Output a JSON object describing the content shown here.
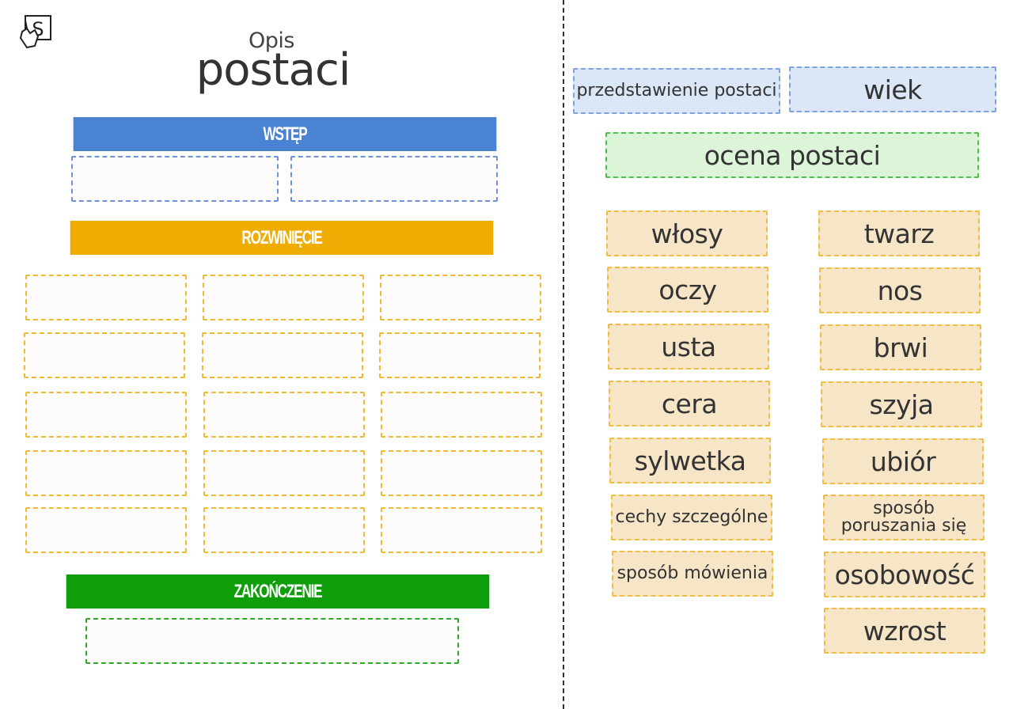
{
  "header": {
    "title_small": "Opis",
    "title_big": "postaci"
  },
  "sections": {
    "intro": {
      "label": "WSTĘP",
      "color": "#4a82d4"
    },
    "body": {
      "label": "ROZWINIĘCIE",
      "color": "#efac02"
    },
    "ending": {
      "label": "ZAKOŃCZENIE",
      "color": "#0d9e0a"
    }
  },
  "cards": {
    "intro": [
      "przedstawienie postaci",
      "wiek"
    ],
    "ending": [
      "ocena postaci"
    ],
    "body_left": [
      "włosy",
      "oczy",
      "usta",
      "cera",
      "sylwetka",
      "cechy szczególne",
      "sposób mówienia"
    ],
    "body_right": [
      "twarz",
      "nos",
      "brwi",
      "szyja",
      "ubiór",
      "sposób poruszania się",
      "osobowość",
      "wzrost"
    ]
  },
  "icons": {
    "logo": "hand-pointer-s-logo-icon"
  }
}
